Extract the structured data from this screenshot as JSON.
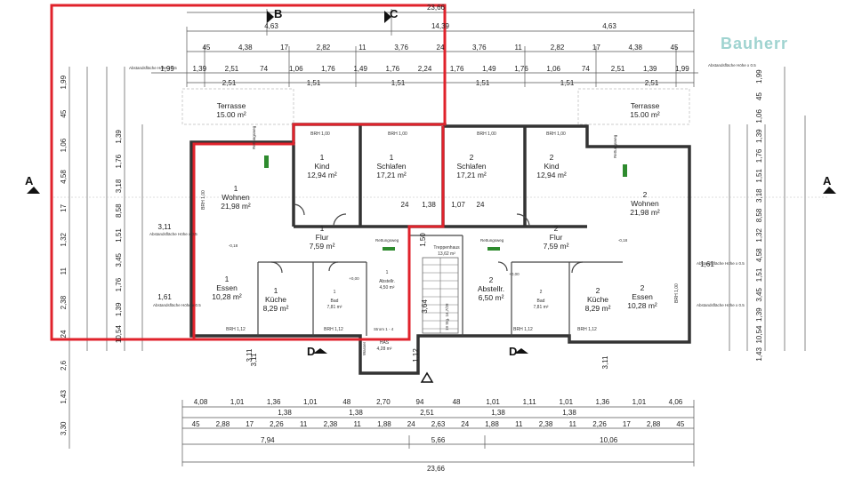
{
  "stamp": "Bauherr",
  "sections": {
    "a": "A",
    "b": "B",
    "c": "C",
    "d": "D"
  },
  "rooms": [
    {
      "num": "1",
      "name": "Kind",
      "area": "12,94 m²"
    },
    {
      "num": "1",
      "name": "Schlafen",
      "area": "17,21 m²"
    },
    {
      "num": "2",
      "name": "Schlafen",
      "area": "17,21 m²"
    },
    {
      "num": "2",
      "name": "Kind",
      "area": "12,94 m²"
    },
    {
      "num": "1",
      "name": "Wohnen",
      "area": "21,98 m²"
    },
    {
      "num": "2",
      "name": "Wohnen",
      "area": "21,98 m²"
    },
    {
      "num": "1",
      "name": "Flur",
      "area": "7,59 m²"
    },
    {
      "num": "2",
      "name": "Flur",
      "area": "7,59 m²"
    },
    {
      "num": "1",
      "name": "Essen",
      "area": "10,28 m²"
    },
    {
      "num": "1",
      "name": "Küche",
      "area": "8,29 m²"
    },
    {
      "num": "2",
      "name": "Küche",
      "area": "8,29 m²"
    },
    {
      "num": "2",
      "name": "Essen",
      "area": "10,28 m²"
    },
    {
      "num": "1",
      "name": "Bad",
      "area": "7,81 m²"
    },
    {
      "num": "2",
      "name": "Bad",
      "area": "7,81 m²"
    },
    {
      "num": "1",
      "name": "Abstellr.",
      "area": "4,50 m²"
    },
    {
      "num": "2",
      "name": "Abstellr.",
      "area": "6,50 m²"
    },
    {
      "name": "Treppenhaus",
      "area": "13,62 m²"
    },
    {
      "name": "HAS",
      "area": "4,28 m²"
    }
  ],
  "terraces": [
    {
      "name": "Terrasse",
      "area": "15.00 m²"
    },
    {
      "name": "Terrasse",
      "area": "15.00 m²"
    }
  ],
  "brh": [
    "BRH 1,00",
    "BRH 1,00",
    "BRH 1,00",
    "BRH 1,00",
    "BRH 1,12",
    "BRH 1,12",
    "BRH 1,12",
    "BRH 1,12",
    "BRH 1,00",
    "BRH 1,00"
  ],
  "labels": {
    "abstand": "Abstandsfläche Höhe x 0.5",
    "strom": "Strom 1 - 4",
    "wasser": "Wasser",
    "stair": "19 Stg. 16,7/28",
    "rettungsweg": "Rettungsweg"
  },
  "dims": {
    "total": "23,66",
    "top1": [
      "4,63",
      "14,39",
      "4,63"
    ],
    "top2": [
      "45",
      "4,38",
      "17",
      "2,82",
      "11",
      "3,76",
      "24",
      "3,76",
      "11",
      "2,82",
      "17",
      "4,38",
      "45"
    ],
    "top3": [
      "1,99",
      "1,39",
      "2,51",
      "74",
      "1,06",
      "1,76",
      "1,49",
      "1,76",
      "2,24",
      "1,76",
      "1,49",
      "1,76",
      "1,06",
      "74",
      "2,51",
      "1,39",
      "1,99"
    ],
    "top4": [
      "2,51",
      "1,51",
      "1,51",
      "1,51",
      "1,51",
      "2,51"
    ],
    "bottom1": [
      "4,08",
      "1,01",
      "1,36",
      "1,01",
      "48",
      "2,70",
      "94",
      "48",
      "1,01",
      "1,11",
      "1,01",
      "1,36",
      "1,01",
      "4,06"
    ],
    "bottom2": [
      "1,38",
      "1,38",
      "2,51",
      "1,38",
      "1,38"
    ],
    "bottom3": [
      "45",
      "2,88",
      "17",
      "2,26",
      "11",
      "2,38",
      "11",
      "1,88",
      "24",
      "2,63",
      "24",
      "1,88",
      "11",
      "2,38",
      "11",
      "2,26",
      "17",
      "2,88",
      "45"
    ],
    "bottom4": [
      "7,94",
      "5,66",
      "10,06"
    ],
    "bottom5": "23,66",
    "left1": [
      "1,99",
      "45",
      "1,06",
      "4,58",
      "17",
      "1,32",
      "11",
      "2,38",
      "24",
      "2,6",
      "1,43",
      "3,30"
    ],
    "left2": [
      "1,39",
      "1,76",
      "3,18",
      "8,58",
      "1,51",
      "3,45",
      "1,76",
      "1,39",
      "10,54"
    ],
    "right1": [
      "1,99",
      "45",
      "1,06",
      "1,39",
      "1,76",
      "1,51",
      "3,18",
      "8,58",
      "1,32",
      "4,58",
      "1,51",
      "3,45",
      "1,39",
      "10,54",
      "1,43"
    ],
    "inner": [
      "3,11",
      "1,61",
      "3,11",
      "1,61",
      "3,64",
      "1,50",
      "1,12",
      "1,38",
      "1,07",
      "24",
      "24",
      "3,11",
      "3,11"
    ],
    "levels": [
      "-0,18",
      "-0,18",
      "+0,00",
      "+0,00"
    ]
  }
}
